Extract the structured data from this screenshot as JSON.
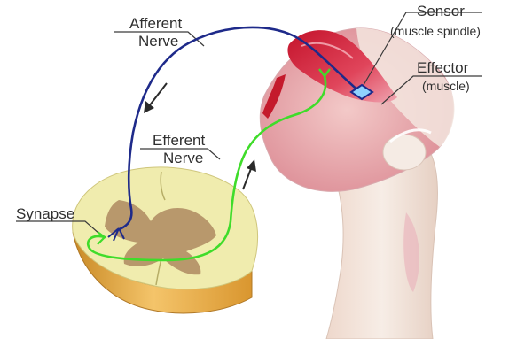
{
  "labels": {
    "afferent": [
      "Afferent",
      "Nerve"
    ],
    "efferent": [
      "Efferent",
      "Nerve"
    ],
    "synapse": "Synapse",
    "sensor": [
      "Sensor",
      "(muscle spindle)"
    ],
    "effector": [
      "Effector",
      "(muscle)"
    ]
  },
  "colors": {
    "afferent_nerve": "#1e2a8a",
    "efferent_nerve": "#3fdc2a",
    "grey_matter": "#b49468",
    "white_matter": "#f0ecae",
    "spinal_cord_side": "#e2a640",
    "muscle": "#d9233a",
    "leg_skin": "#f1e4dc",
    "leader_line": "#3a3a3a"
  },
  "icons": {
    "direction_arrows": "arrow-icon",
    "spindle": "diamond-icon"
  }
}
